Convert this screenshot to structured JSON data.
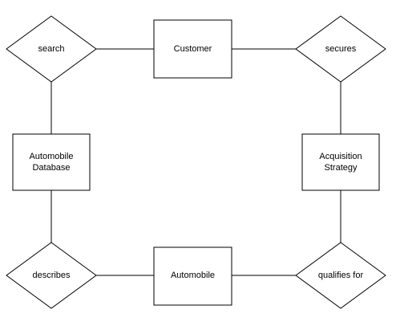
{
  "entities": {
    "customer": "Customer",
    "automobile_database": [
      "Automobile",
      "Database"
    ],
    "acquisition_strategy": [
      "Acquisition",
      "Strategy"
    ],
    "automobile": "Automobile"
  },
  "relationships": {
    "search": "search",
    "secures": "secures",
    "describes": "describes",
    "qualifies_for": "qualifies for"
  }
}
